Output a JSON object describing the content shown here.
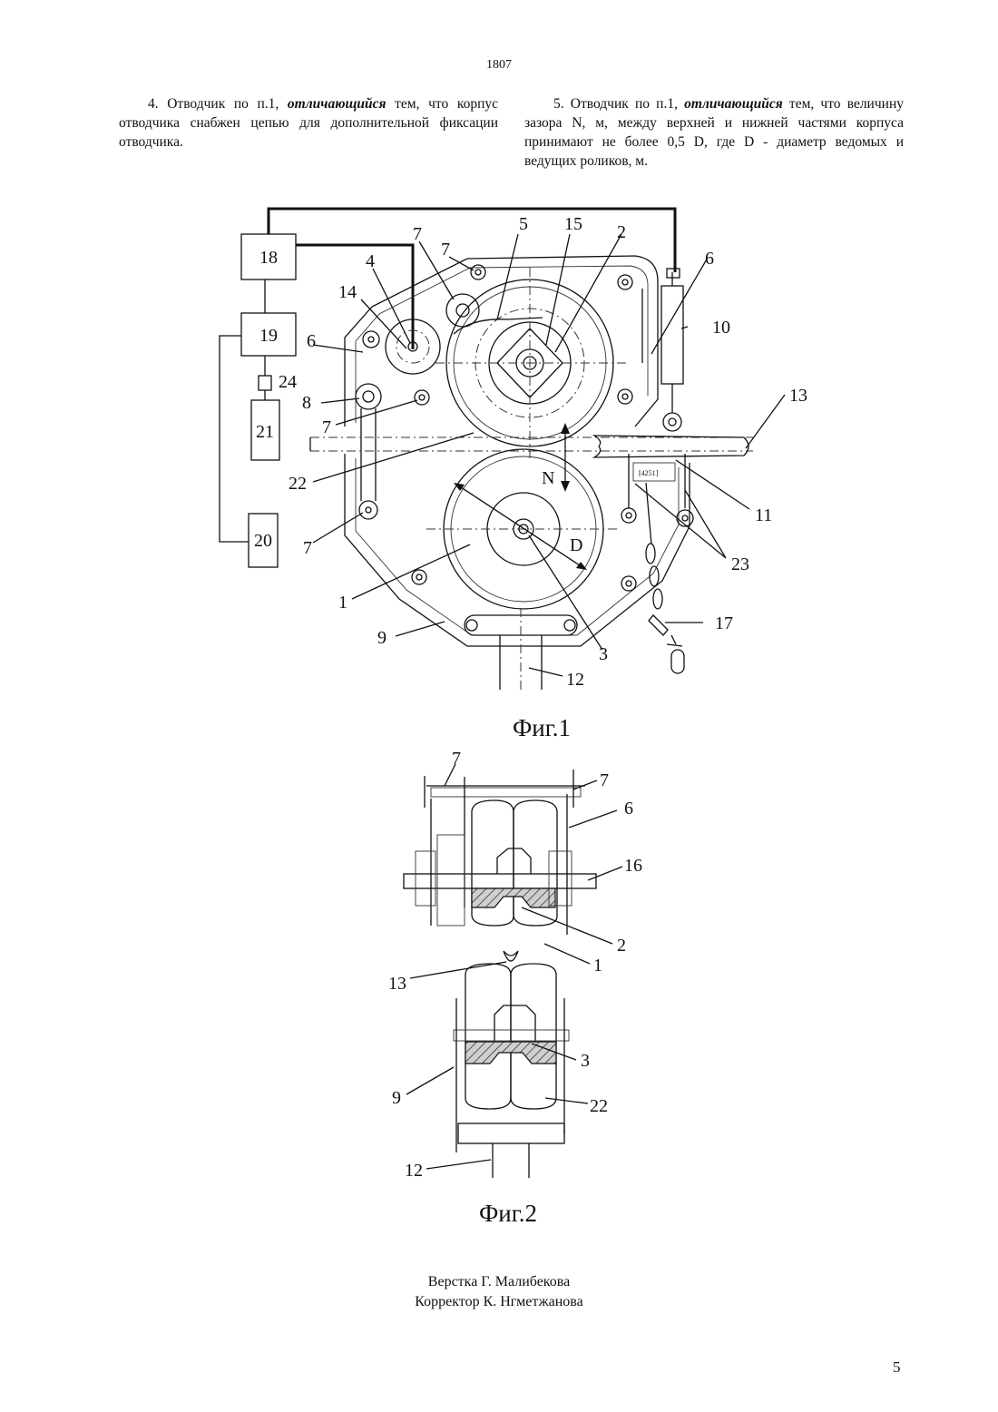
{
  "page": {
    "top_number": "1807",
    "bottom_number": "5"
  },
  "claims": {
    "claim4": {
      "lead": "4. Отводчик по п.1,",
      "emphasis": "отличающийся",
      "rest": "тем, что корпус отводчика снабжен цепью для дополнительной фиксации отводчика."
    },
    "claim5": {
      "lead": "5. Отводчик по п.1,",
      "emphasis": "отличающийся",
      "rest": "тем, что величину зазора N, м, между верхней и нижней частями корпуса принимают не более 0,5 D, где D - диаметр ведомых и ведущих роликов, м."
    }
  },
  "figure1": {
    "caption": "Фиг.1",
    "blocks": {
      "b18": "18",
      "b19": "19",
      "b21": "21",
      "b20": "20",
      "b24": "24"
    },
    "labels": {
      "l5": "5",
      "l15": "15",
      "l2": "2",
      "l7a": "7",
      "l7b": "7",
      "l6a": "6",
      "l4": "4",
      "l14": "14",
      "l6b": "6",
      "l10": "10",
      "l8": "8",
      "l7c": "7",
      "l13": "13",
      "l22": "22",
      "lN": "N",
      "l11": "11",
      "lD": "D",
      "l7d": "7",
      "l23": "23",
      "l1": "1",
      "l17": "17",
      "l9": "9",
      "l3": "3",
      "l12": "12",
      "ltag": "[4251]"
    }
  },
  "figure2": {
    "caption": "Фиг.2",
    "labels": {
      "l7a": "7",
      "l7b": "7",
      "l6": "6",
      "l16": "16",
      "l2": "2",
      "l1": "1",
      "l13": "13",
      "l3": "3",
      "l9": "9",
      "l22": "22",
      "l12": "12"
    }
  },
  "credits": {
    "layout": "Верстка Г. Малибекова",
    "corrector": "Корректор К. Нгметжанова"
  }
}
